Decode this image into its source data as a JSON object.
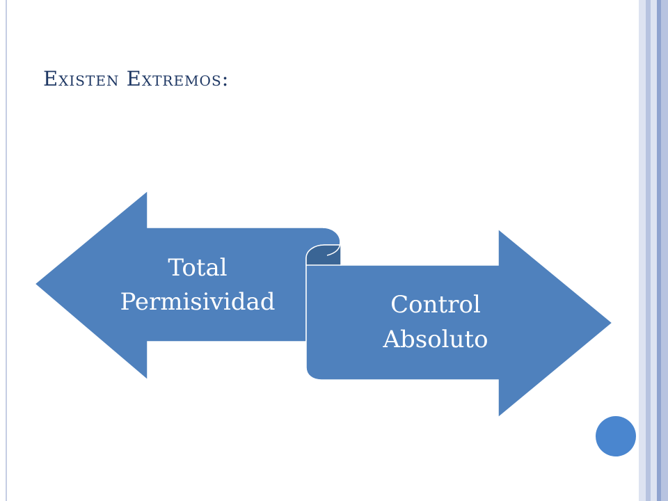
{
  "title": "Existen Extremos:",
  "diagram": {
    "left_shape": {
      "lines": [
        "Total",
        "Permisividad"
      ]
    },
    "right_shape": {
      "lines": [
        "Control",
        "Absoluto"
      ]
    }
  },
  "colors": {
    "title": "#1f3864",
    "shape_fill": "#4f81bd",
    "shape_fold": "#3a6595",
    "shape_edge": "#ffffff",
    "left_rule": "#c5cde4",
    "band_light": "#dde3f1",
    "band_mid": "#b7c3e0",
    "band_dark": "#8fa3cf",
    "accent_circle": "#4a86cf"
  }
}
